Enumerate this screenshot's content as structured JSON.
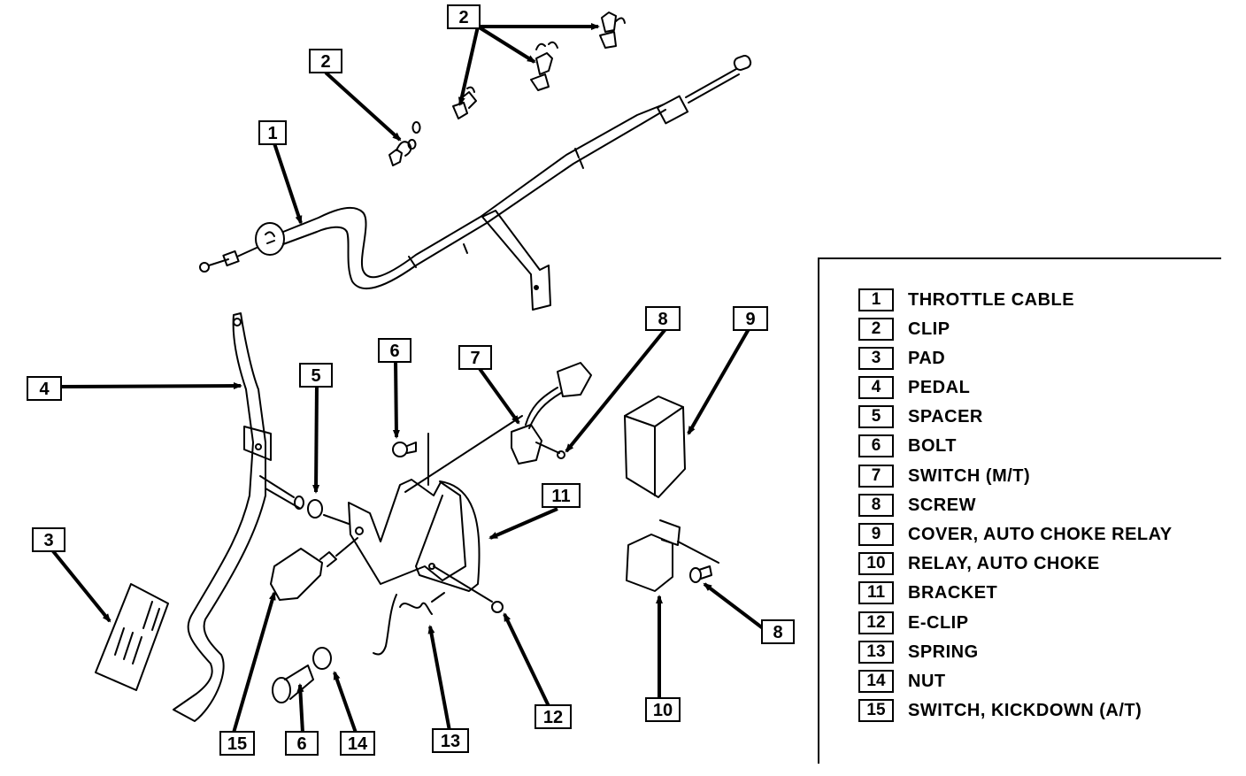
{
  "diagram": {
    "title": "Throttle cable / accelerator pedal exploded view",
    "callouts": [
      {
        "id": "c1",
        "label": "1"
      },
      {
        "id": "c2a",
        "label": "2"
      },
      {
        "id": "c2b",
        "label": "2"
      },
      {
        "id": "c3",
        "label": "3"
      },
      {
        "id": "c4",
        "label": "4"
      },
      {
        "id": "c5",
        "label": "5"
      },
      {
        "id": "c6a",
        "label": "6"
      },
      {
        "id": "c6b",
        "label": "6"
      },
      {
        "id": "c7",
        "label": "7"
      },
      {
        "id": "c8a",
        "label": "8"
      },
      {
        "id": "c8b",
        "label": "8"
      },
      {
        "id": "c9",
        "label": "9"
      },
      {
        "id": "c10",
        "label": "10"
      },
      {
        "id": "c11",
        "label": "11"
      },
      {
        "id": "c12",
        "label": "12"
      },
      {
        "id": "c13",
        "label": "13"
      },
      {
        "id": "c14",
        "label": "14"
      },
      {
        "id": "c15",
        "label": "15"
      }
    ]
  },
  "legend": {
    "items": [
      {
        "num": "1",
        "label": "THROTTLE CABLE"
      },
      {
        "num": "2",
        "label": "CLIP"
      },
      {
        "num": "3",
        "label": "PAD"
      },
      {
        "num": "4",
        "label": "PEDAL"
      },
      {
        "num": "5",
        "label": "SPACER"
      },
      {
        "num": "6",
        "label": "BOLT"
      },
      {
        "num": "7",
        "label": "SWITCH (M/T)"
      },
      {
        "num": "8",
        "label": "SCREW"
      },
      {
        "num": "9",
        "label": "COVER, AUTO CHOKE RELAY"
      },
      {
        "num": "10",
        "label": "RELAY, AUTO CHOKE"
      },
      {
        "num": "11",
        "label": "BRACKET"
      },
      {
        "num": "12",
        "label": "E-CLIP"
      },
      {
        "num": "13",
        "label": "SPRING"
      },
      {
        "num": "14",
        "label": "NUT"
      },
      {
        "num": "15",
        "label": "SWITCH, KICKDOWN (A/T)"
      }
    ]
  }
}
